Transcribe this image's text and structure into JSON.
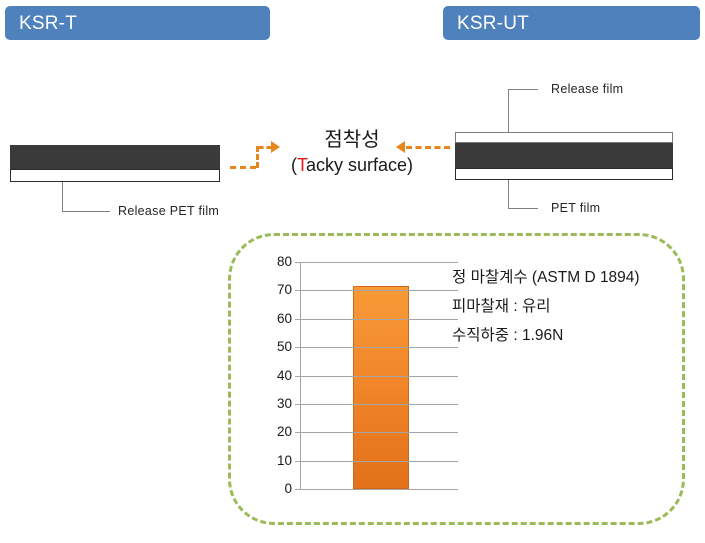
{
  "banners": {
    "left": "KSR-T",
    "right": "KSR-UT"
  },
  "left_diagram": {
    "callout_label": "Release PET film"
  },
  "right_diagram": {
    "top_callout_label": "Release film",
    "bottom_callout_label": "PET  film"
  },
  "center": {
    "korean": "점착성",
    "english_open": "(",
    "english_highlight": "T",
    "english_rest": "acky surface)"
  },
  "notes": [
    "정 마찰계수 (ASTM D 1894)",
    "피마찰재 : 유리",
    "수직하중 : 1.96N"
  ],
  "colors": {
    "banner_blue": "#4F81BD",
    "film_dark": "#3A3A3A",
    "orange_arrow": "#E8861E",
    "green_dashed": "#9BBB59",
    "bar_top": "#F79A36",
    "bar_bottom": "#E2711A",
    "highlight_red": "#E8161F"
  },
  "chart_data": {
    "type": "bar",
    "title": "",
    "xlabel": "",
    "ylabel": "",
    "categories": [
      ""
    ],
    "values": [
      71.5
    ],
    "ylim": [
      0,
      80
    ],
    "yticks": [
      0,
      10,
      20,
      30,
      40,
      50,
      60,
      70,
      80
    ],
    "ytick_labels": [
      "0",
      "10",
      "20",
      "30",
      "40",
      "50",
      "60",
      "70",
      "80"
    ],
    "grid": true,
    "legend": false,
    "annotations": [
      "정 마찰계수 (ASTM D 1894)",
      "피마찰재 : 유리",
      "수직하중 : 1.96N"
    ]
  }
}
